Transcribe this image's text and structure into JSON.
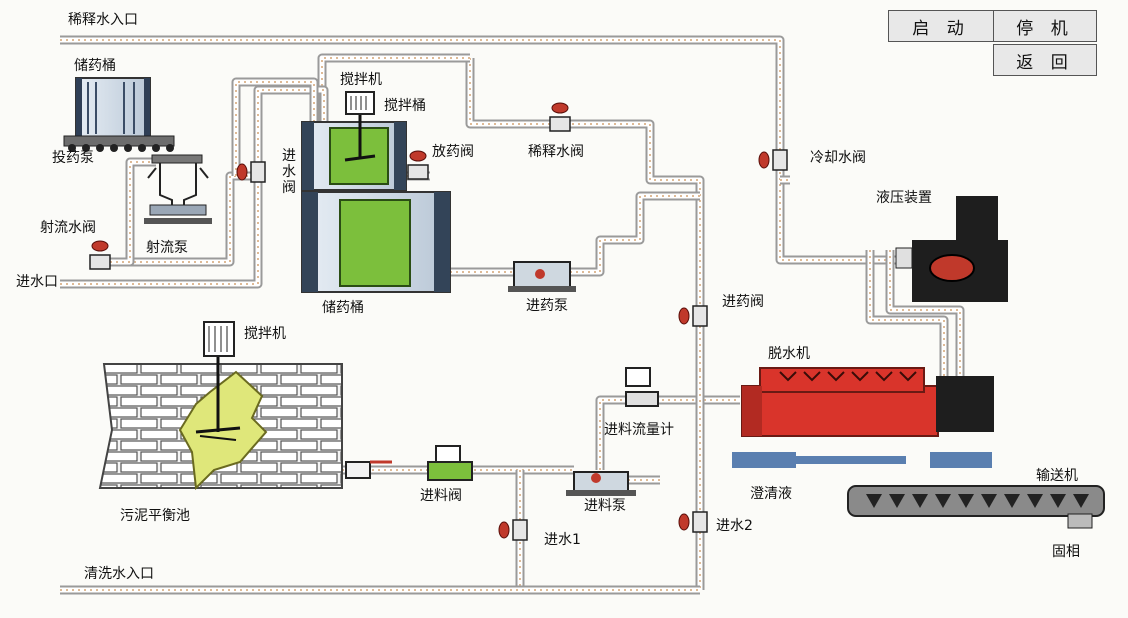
{
  "controls": {
    "start": "启 动",
    "stop": "停 机",
    "back": "返 回"
  },
  "labels": {
    "dilution_water_inlet": "稀释水入口",
    "dosing_tank_top": "储药桶",
    "dosing_pump": "投药泵",
    "mixer_top": "搅拌机",
    "mixing_tank": "搅拌桶",
    "discharge_valve": "放药阀",
    "water_inlet_valve": "进水阀",
    "jet_water_valve": "射流水阀",
    "jet_pump": "射流泵",
    "water_inlet": "进水口",
    "storage_tank": "储药桶",
    "dilution_valve": "稀释水阀",
    "cooling_valve": "冷却水阀",
    "hydraulic_unit": "液压装置",
    "dosing_inlet_pump": "进药泵",
    "dosing_inlet_valve": "进药阀",
    "mixer_sludge": "搅拌机",
    "dewatering_machine": "脱水机",
    "feed_flowmeter": "进料流量计",
    "feed_valve": "进料阀",
    "feed_pump": "进料泵",
    "sludge_tank": "污泥平衡池",
    "water_in_1": "进水1",
    "water_in_2": "进水2",
    "clarified_liquid": "澄清液",
    "conveyor": "输送机",
    "solid_phase": "固相",
    "wash_water_inlet": "清洗水入口"
  },
  "colors": {
    "pipe_outer": "#9a9a9a",
    "pipe_dash": "#d4a373",
    "valve_red": "#c0392b",
    "machine_red": "#d9342b",
    "tank_green": "#7cbf3c",
    "sludge_yellow": "#dfe77a",
    "base_blue": "#5a7fb0",
    "dark": "#1e1e1e"
  }
}
